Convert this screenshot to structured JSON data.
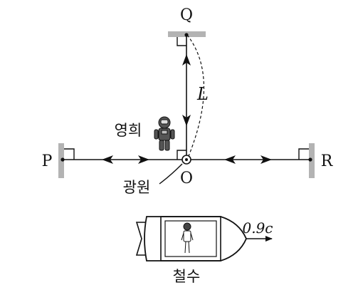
{
  "labels": {
    "mirror_q": "Q",
    "mirror_p": "P",
    "mirror_r": "R",
    "source_point": "O",
    "length": "L",
    "observer_on_ground": "영희",
    "light_source": "광원",
    "observer_in_ship": "철수",
    "ship_speed": "0.9c"
  },
  "colors": {
    "mirror": "#b3b3b3",
    "ink": "#111111",
    "figure": "#333333"
  }
}
